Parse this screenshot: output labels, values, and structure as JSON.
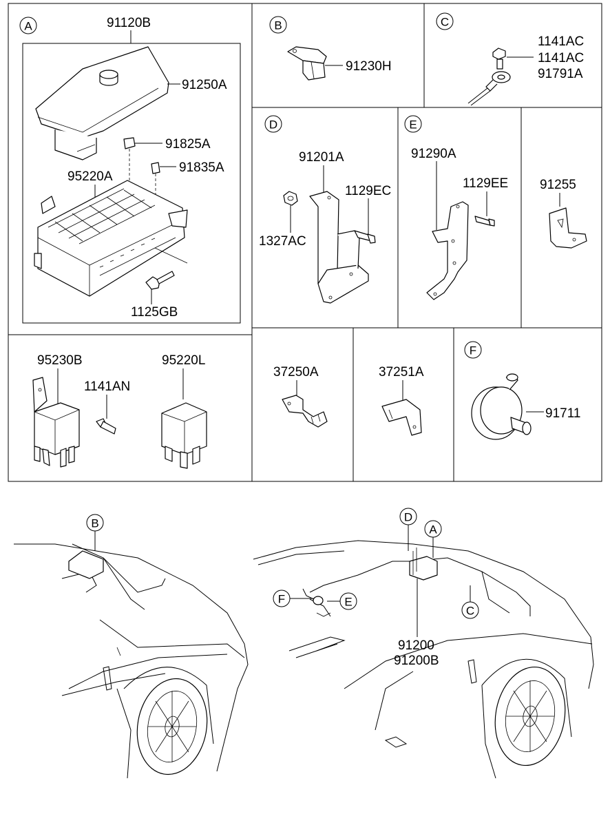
{
  "sections": {
    "A": {
      "letter": "A",
      "parts": {
        "top": "91120B",
        "cover": "91250A",
        "fuse1": "91825A",
        "fuse2": "91835A",
        "box": "95220A",
        "bolt": "1125GB"
      }
    },
    "B": {
      "letter": "B",
      "parts": {
        "sensor": "91230H"
      }
    },
    "C": {
      "letter": "C",
      "parts": {
        "p1": "1141AC",
        "p2": "1141AC",
        "p3": "91791A"
      }
    },
    "D": {
      "letter": "D",
      "parts": {
        "bracket": "91201A",
        "bolt": "1129EC",
        "nut": "1327AC"
      }
    },
    "E": {
      "letter": "E",
      "parts": {
        "bracket": "91290A",
        "bolt": "1129EE"
      }
    },
    "G": {
      "parts": {
        "bracket": "91255"
      }
    },
    "relays": {
      "parts": {
        "relay1": "95230B",
        "screw": "1141AN",
        "relay2": "95220L"
      }
    },
    "clips": {
      "parts": {
        "clip1": "37250A",
        "clip2": "37251A"
      }
    },
    "F": {
      "letter": "F",
      "parts": {
        "grommet": "91711"
      }
    }
  },
  "callouts": {
    "left_b": "B",
    "right_d": "D",
    "right_a": "A",
    "right_f": "F",
    "right_e": "E",
    "right_c": "C"
  },
  "harness": {
    "no1": "91200",
    "no2": "91200B"
  }
}
